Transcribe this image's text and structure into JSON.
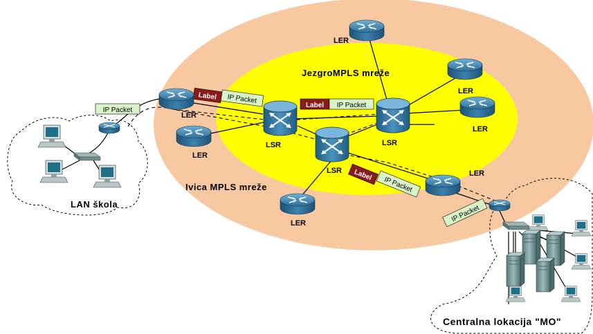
{
  "zones": {
    "core": "JezgroMPLS  mreže",
    "edge": "Ivica MPLS  mreže",
    "lan": "LAN škola",
    "central": "Centralna lokacija \"MO\""
  },
  "labels": {
    "ler": "LER",
    "lsr": "LSR",
    "label": "Label",
    "ip_packet": "IP Packet"
  },
  "colors": {
    "outer_ring": "#f8c8a0",
    "core_area": "#ffff00",
    "router": "#3d7fa6",
    "label_box": "#8b1a1a",
    "packet_box": "#d8f4c8"
  }
}
